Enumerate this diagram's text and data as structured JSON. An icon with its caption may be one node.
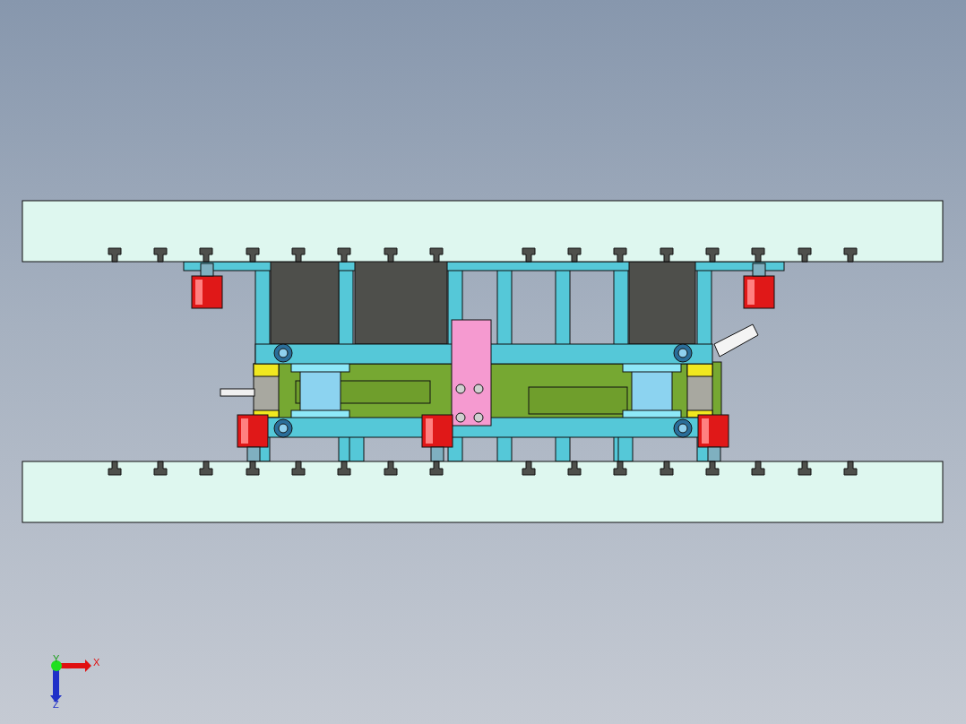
{
  "diagram": {
    "labels": [
      "Y",
      "X",
      "Z"
    ]
  }
}
